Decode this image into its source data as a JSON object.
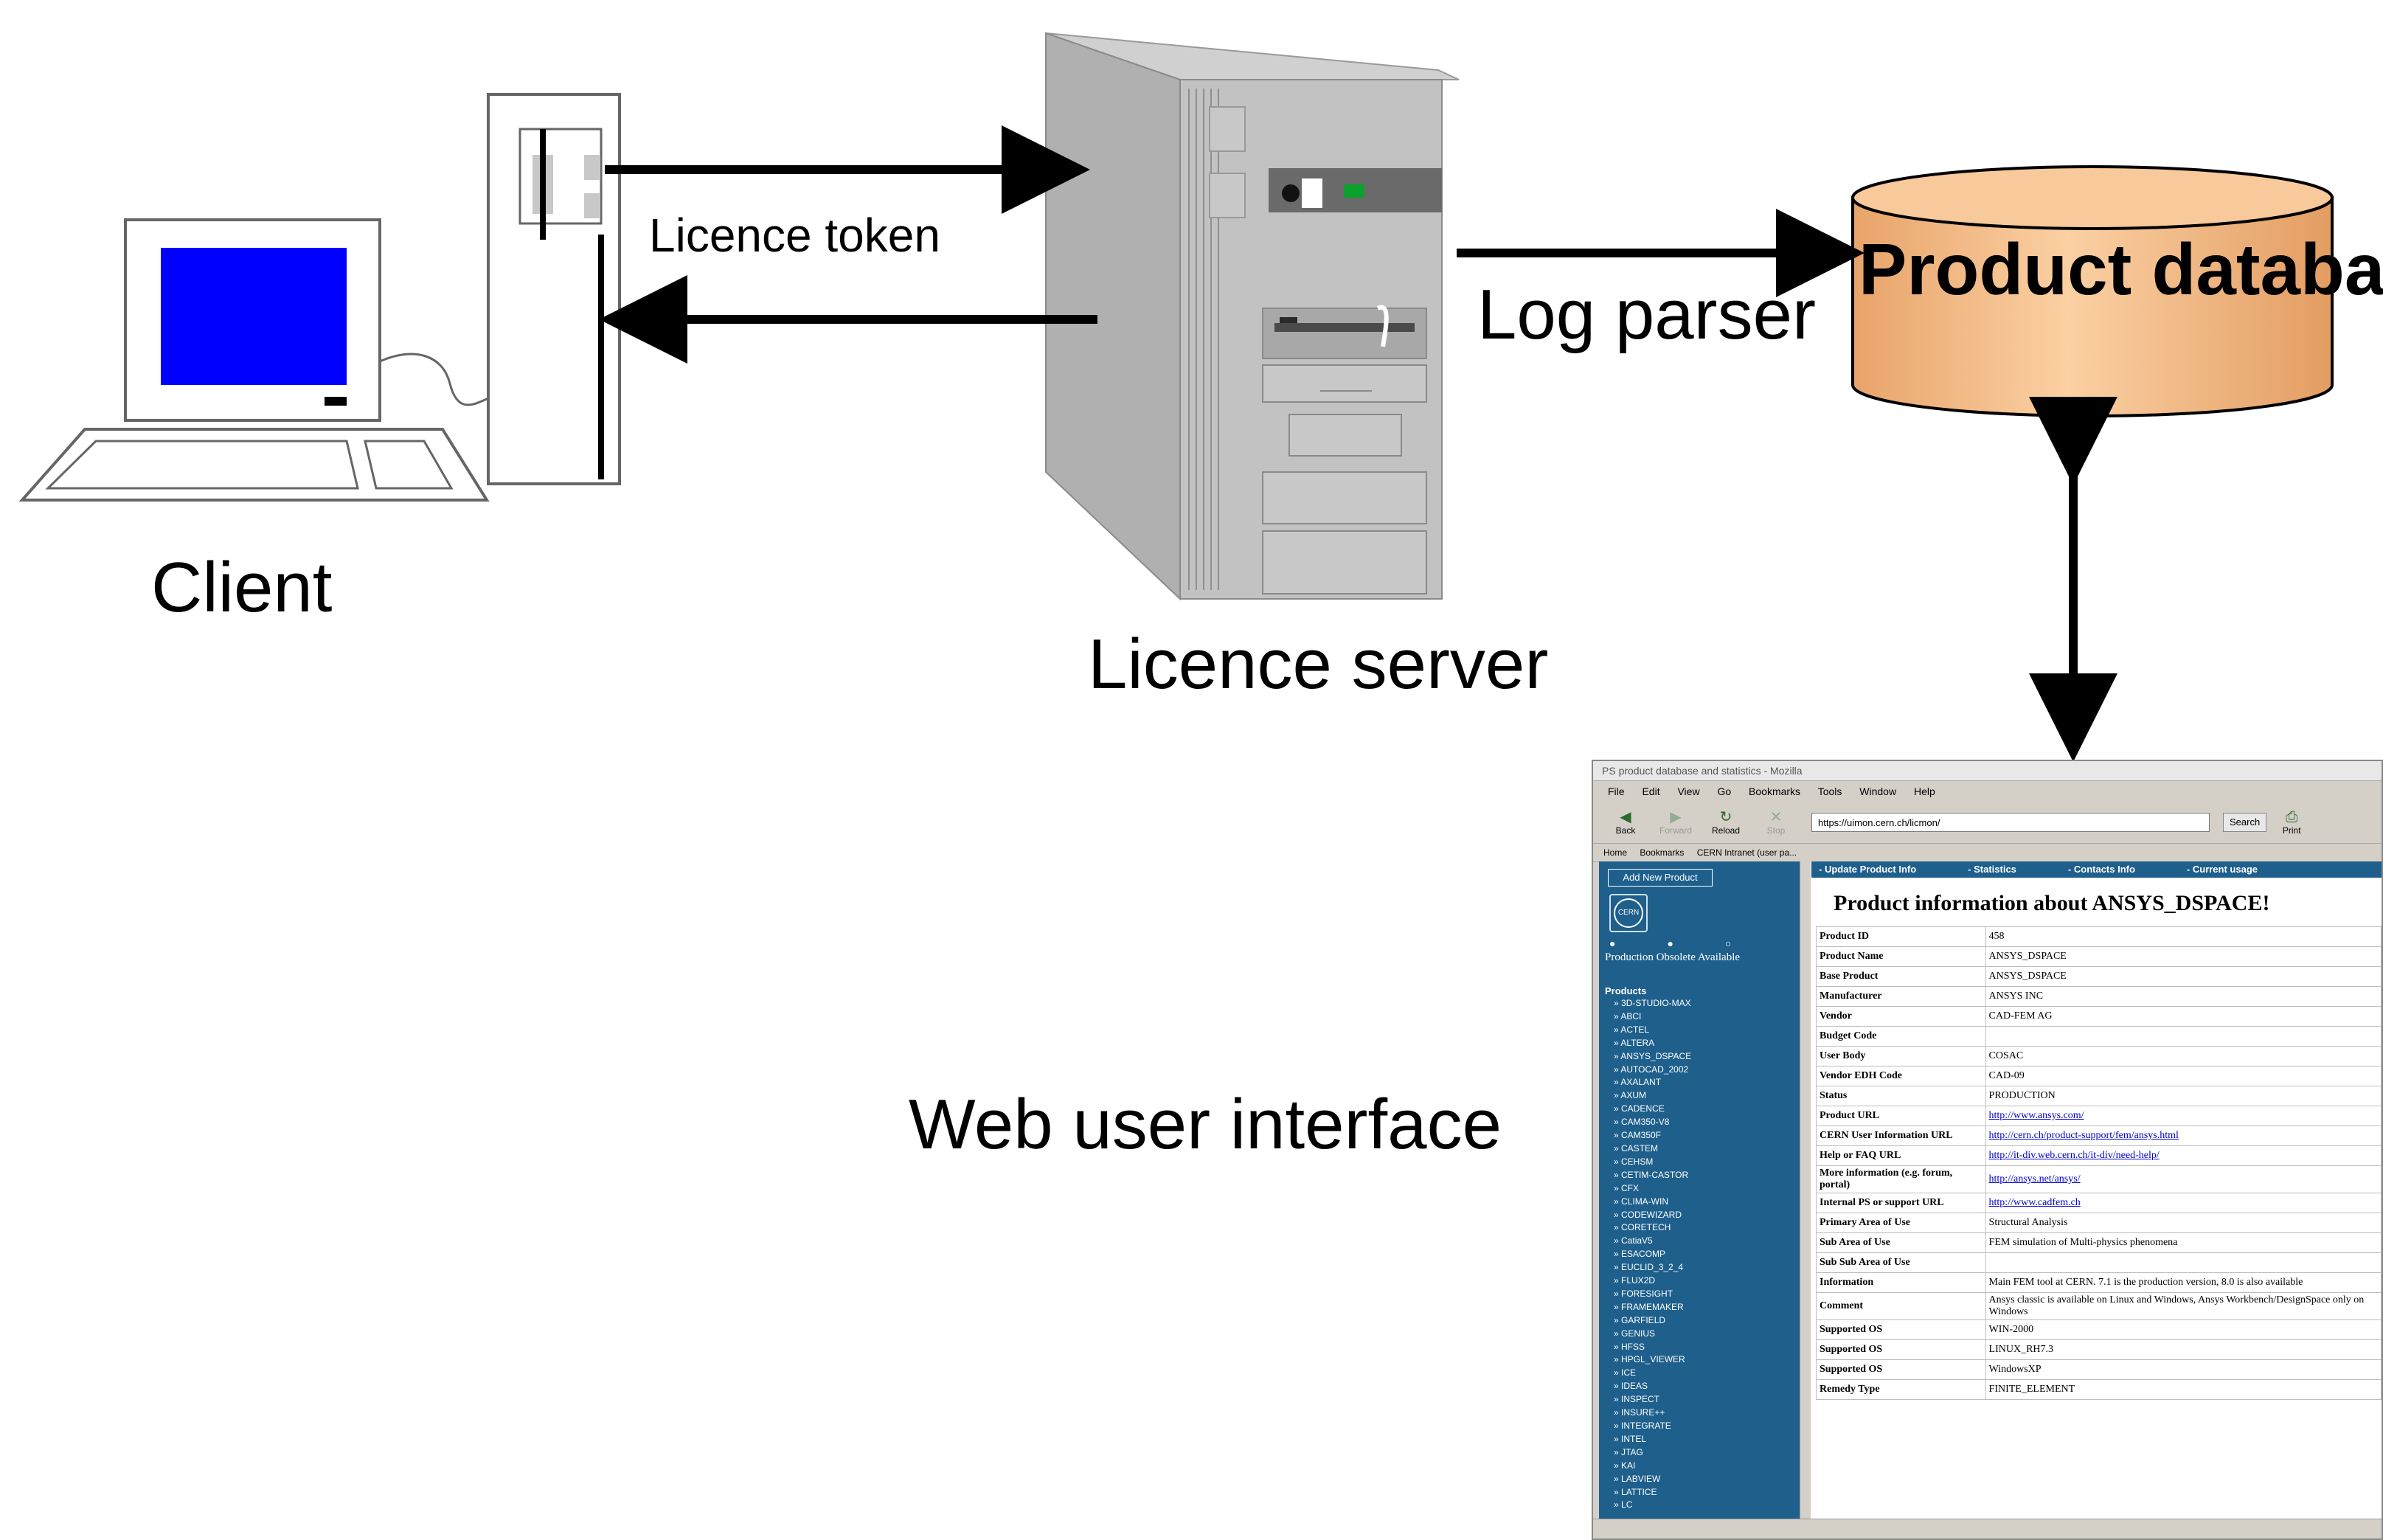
{
  "labels": {
    "client": "Client",
    "licence_server": "Licence server",
    "licence_token": "Licence token",
    "log_parser": "Log parser",
    "product_database": "Product database",
    "web_user_interface": "Web user interface"
  },
  "colors": {
    "database_fill": "#f5c28f",
    "monitor_screen": "#0000ff",
    "server_body": "#b4b4b4",
    "web_sidebar": "#1e5f8c"
  },
  "browser": {
    "window_title": "PS product database and statistics - Mozilla",
    "menu": [
      "File",
      "Edit",
      "View",
      "Go",
      "Bookmarks",
      "Tools",
      "Window",
      "Help"
    ],
    "toolbar": {
      "back": "Back",
      "forward": "Forward",
      "reload": "Reload",
      "stop": "Stop",
      "search": "Search",
      "print": "Print"
    },
    "url": "https://uimon.cern.ch/licmon/",
    "bookmarks_bar": [
      "Home",
      "Bookmarks",
      "CERN Intranet (user pa..."
    ],
    "sidebar": {
      "add_button": "Add New Product",
      "logo_text": "CERN",
      "legend": "Production Obsolete Available",
      "products_heading": "Products",
      "products": [
        "3D-STUDIO-MAX",
        "ABCI",
        "ACTEL",
        "ALTERA",
        "ANSYS_DSPACE",
        "AUTOCAD_2002",
        "AXALANT",
        "AXUM",
        "CADENCE",
        "CAM350-V8",
        "CAM350F",
        "CASTEM",
        "CEHSM",
        "CETIM-CASTOR",
        "CFX",
        "CLIMA-WIN",
        "CODEWIZARD",
        "CORETECH",
        "CatiaV5",
        "ESACOMP",
        "EUCLID_3_2_4",
        "FLUX2D",
        "FORESIGHT",
        "FRAMEMAKER",
        "GARFIELD",
        "GENIUS",
        "HFSS",
        "HPGL_VIEWER",
        "ICE",
        "IDEAS",
        "INSPECT",
        "INSURE++",
        "INTEGRATE",
        "INTEL",
        "JTAG",
        "KAI",
        "LABVIEW",
        "LATTICE",
        "LC"
      ]
    },
    "tabs": [
      "- Update Product Info",
      "- Statistics",
      "- Contacts Info",
      "- Current usage"
    ],
    "heading": "Product information about ANSYS_DSPACE!",
    "rows": [
      {
        "k": "Product ID",
        "v": "458"
      },
      {
        "k": "Product Name",
        "v": "ANSYS_DSPACE"
      },
      {
        "k": "Base Product",
        "v": "ANSYS_DSPACE"
      },
      {
        "k": "Manufacturer",
        "v": "ANSYS INC"
      },
      {
        "k": "Vendor",
        "v": "CAD-FEM AG"
      },
      {
        "k": "Budget Code",
        "v": ""
      },
      {
        "k": "User Body",
        "v": "COSAC"
      },
      {
        "k": "Vendor EDH Code",
        "v": "CAD-09"
      },
      {
        "k": "Status",
        "v": "PRODUCTION"
      },
      {
        "k": "Product URL",
        "v": "http://www.ansys.com/",
        "link": true
      },
      {
        "k": "CERN User Information URL",
        "v": "http://cern.ch/product-support/fem/ansys.html",
        "link": true
      },
      {
        "k": "Help or FAQ URL",
        "v": "http://it-div.web.cern.ch/it-div/need-help/",
        "link": true
      },
      {
        "k": "More information (e.g. forum, portal)",
        "v": "http://ansys.net/ansys/",
        "link": true
      },
      {
        "k": "Internal PS or support URL",
        "v": "http://www.cadfem.ch",
        "link": true
      },
      {
        "k": "Primary Area of Use",
        "v": "Structural Analysis"
      },
      {
        "k": "Sub Area of Use",
        "v": "FEM simulation of Multi-physics phenomena"
      },
      {
        "k": "Sub Sub Area of Use",
        "v": ""
      },
      {
        "k": "Information",
        "v": "Main FEM tool at CERN. 7.1 is the production version, 8.0 is also available"
      },
      {
        "k": "Comment",
        "v": "Ansys classic is available on Linux and Windows, Ansys Workbench/DesignSpace only on Windows"
      },
      {
        "k": "Supported OS",
        "v": "WIN-2000"
      },
      {
        "k": "Supported OS",
        "v": "LINUX_RH7.3"
      },
      {
        "k": "Supported OS",
        "v": "WindowsXP"
      },
      {
        "k": "Remedy Type",
        "v": "FINITE_ELEMENT"
      }
    ]
  }
}
